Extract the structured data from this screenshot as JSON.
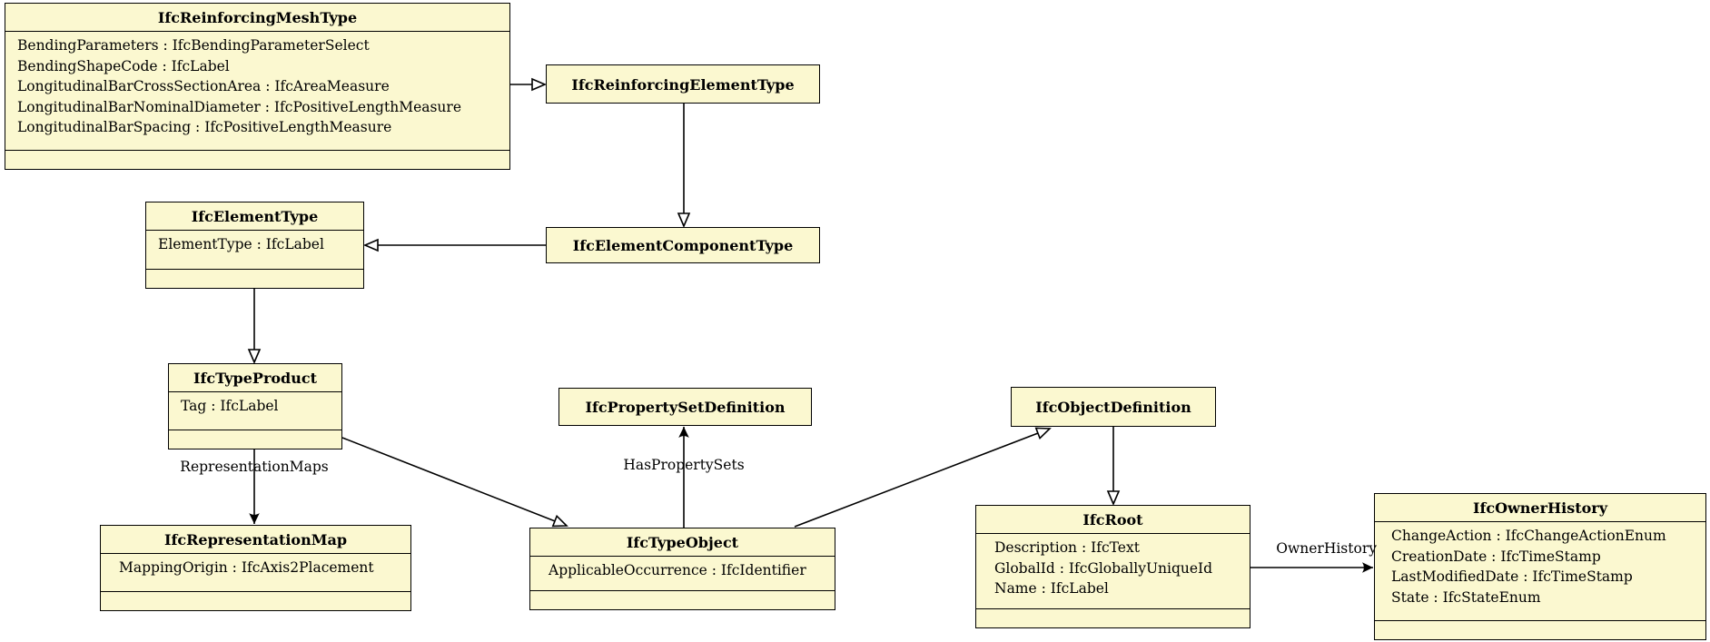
{
  "diagram": {
    "title": "IFC class inheritance diagram",
    "colors": {
      "class_fill": "#fbf8d0",
      "border": "#000000",
      "background": "#ffffff",
      "text": "#000000"
    },
    "classes": [
      {
        "id": "IfcReinforcingMeshType",
        "name": "IfcReinforcingMeshType",
        "attributes": [
          "BendingParameters : IfcBendingParameterSelect",
          "BendingShapeCode : IfcLabel",
          "LongitudinalBarCrossSectionArea : IfcAreaMeasure",
          "LongitudinalBarNominalDiameter : IfcPositiveLengthMeasure",
          "LongitudinalBarSpacing : IfcPositiveLengthMeasure"
        ]
      },
      {
        "id": "IfcReinforcingElementType",
        "name": "IfcReinforcingElementType",
        "attributes": []
      },
      {
        "id": "IfcElementType",
        "name": "IfcElementType",
        "attributes": [
          "ElementType : IfcLabel"
        ]
      },
      {
        "id": "IfcElementComponentType",
        "name": "IfcElementComponentType",
        "attributes": []
      },
      {
        "id": "IfcTypeProduct",
        "name": "IfcTypeProduct",
        "attributes": [
          "Tag : IfcLabel"
        ]
      },
      {
        "id": "IfcPropertySetDefinition",
        "name": "IfcPropertySetDefinition",
        "attributes": []
      },
      {
        "id": "IfcObjectDefinition",
        "name": "IfcObjectDefinition",
        "attributes": []
      },
      {
        "id": "IfcRepresentationMap",
        "name": "IfcRepresentationMap",
        "attributes": [
          "MappingOrigin : IfcAxis2Placement"
        ]
      },
      {
        "id": "IfcTypeObject",
        "name": "IfcTypeObject",
        "attributes": [
          "ApplicableOccurrence : IfcIdentifier"
        ]
      },
      {
        "id": "IfcRoot",
        "name": "IfcRoot",
        "attributes": [
          "Description : IfcText",
          "GlobalId : IfcGloballyUniqueId",
          "Name : IfcLabel"
        ]
      },
      {
        "id": "IfcOwnerHistory",
        "name": "IfcOwnerHistory",
        "attributes": [
          "ChangeAction : IfcChangeActionEnum",
          "CreationDate : IfcTimeStamp",
          "LastModifiedDate : IfcTimeStamp",
          "State : IfcStateEnum"
        ]
      }
    ],
    "generalizations": [
      {
        "from": "IfcReinforcingMeshType",
        "to": "IfcReinforcingElementType"
      },
      {
        "from": "IfcReinforcingElementType",
        "to": "IfcElementComponentType"
      },
      {
        "from": "IfcElementComponentType",
        "to": "IfcElementType"
      },
      {
        "from": "IfcElementType",
        "to": "IfcTypeProduct"
      },
      {
        "from": "IfcTypeProduct",
        "to": "IfcTypeObject"
      },
      {
        "from": "IfcTypeObject",
        "to": "IfcObjectDefinition"
      },
      {
        "from": "IfcObjectDefinition",
        "to": "IfcRoot"
      }
    ],
    "associations": [
      {
        "from": "IfcTypeProduct",
        "to": "IfcRepresentationMap",
        "label": "RepresentationMaps"
      },
      {
        "from": "IfcTypeObject",
        "to": "IfcPropertySetDefinition",
        "label": "HasPropertySets"
      },
      {
        "from": "IfcRoot",
        "to": "IfcOwnerHistory",
        "label": "OwnerHistory"
      }
    ]
  }
}
